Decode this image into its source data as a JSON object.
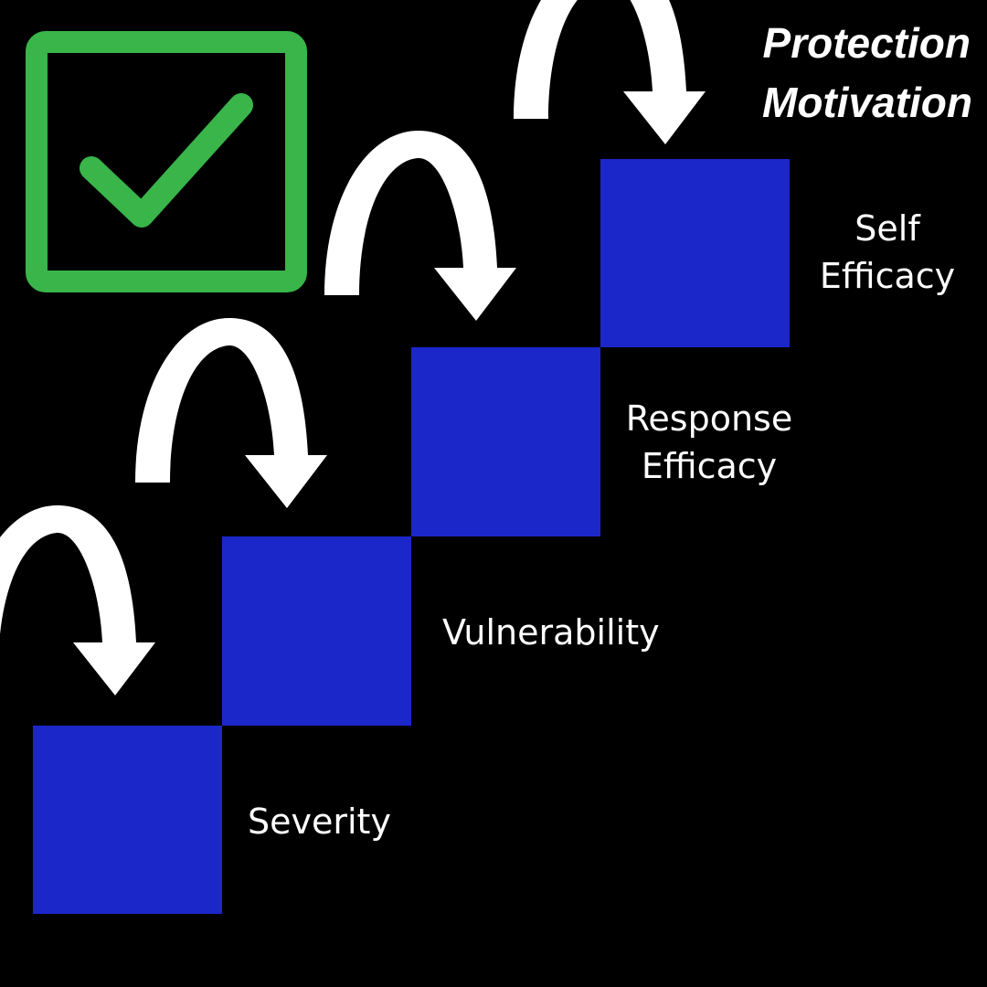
{
  "title": {
    "line1": "Protection",
    "line2": "Motivation"
  },
  "steps": [
    {
      "label_lines": [
        "Severity"
      ]
    },
    {
      "label_lines": [
        "Vulnerability"
      ]
    },
    {
      "label_lines": [
        "Response",
        "Efficacy"
      ]
    },
    {
      "label_lines": [
        "Self",
        "Efficacy"
      ]
    }
  ],
  "icons": {
    "checkbox": "checkbox-checked-icon",
    "arrow": "curved-arrow-icon"
  },
  "colors": {
    "background": "#000000",
    "step_fill": "#1b27c9",
    "check_green": "#39b54a",
    "arrow_white": "#ffffff",
    "text_white": "#ffffff"
  }
}
